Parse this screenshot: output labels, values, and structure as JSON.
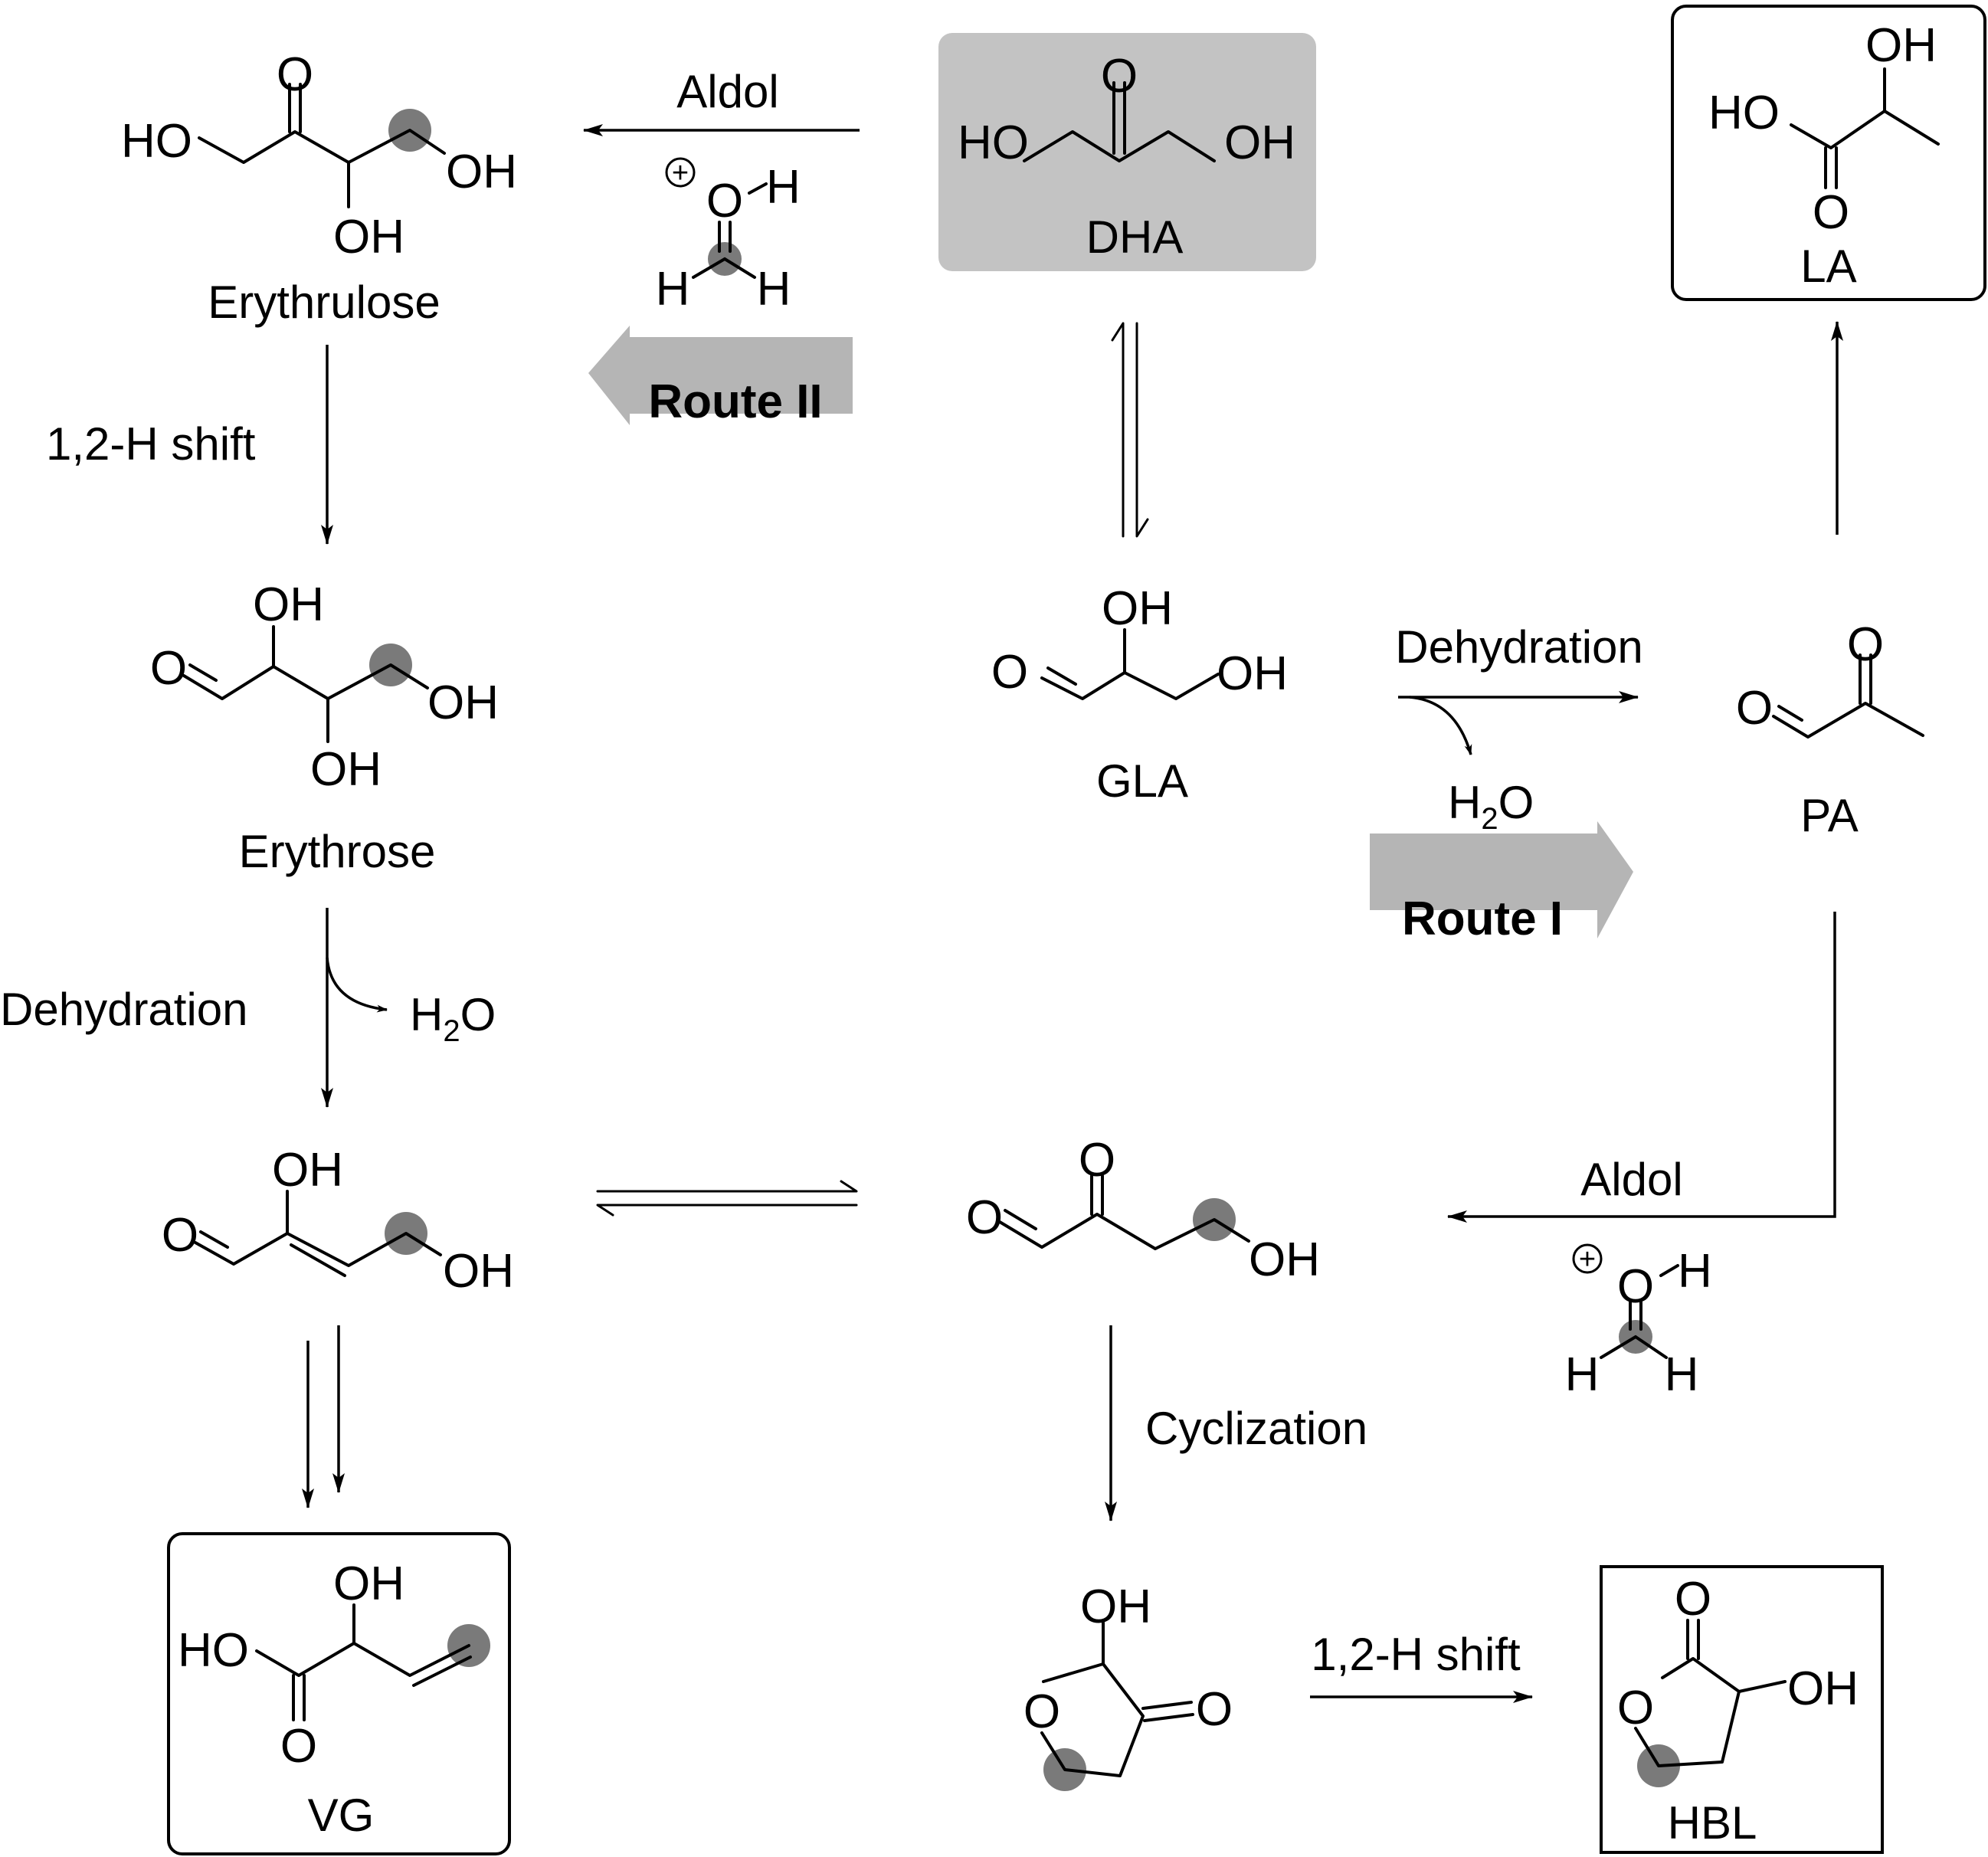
{
  "compounds": {
    "dha": "DHA",
    "gla": "GLA",
    "pa": "PA",
    "la": "LA",
    "erythrulose": "Erythrulose",
    "erythrose": "Erythrose",
    "vg": "VG",
    "hbl": "HBL"
  },
  "atoms": {
    "o": "O",
    "oh": "OH",
    "ho": "HO",
    "h": "H",
    "plus": "+",
    "water_h": "H",
    "water_sub": "2",
    "water_o": "O"
  },
  "steps": {
    "aldol": "Aldol",
    "hshift": "1,2-H shift",
    "dehydration": "Dehydration",
    "cyclization": "Cyclization"
  },
  "routes": {
    "route1": "Route I",
    "route2": "Route II"
  },
  "colors": {
    "highlight_box": "#c3c3c3",
    "route_arrow": "#b5b5b5",
    "marker_dot": "#7a7a7a"
  }
}
